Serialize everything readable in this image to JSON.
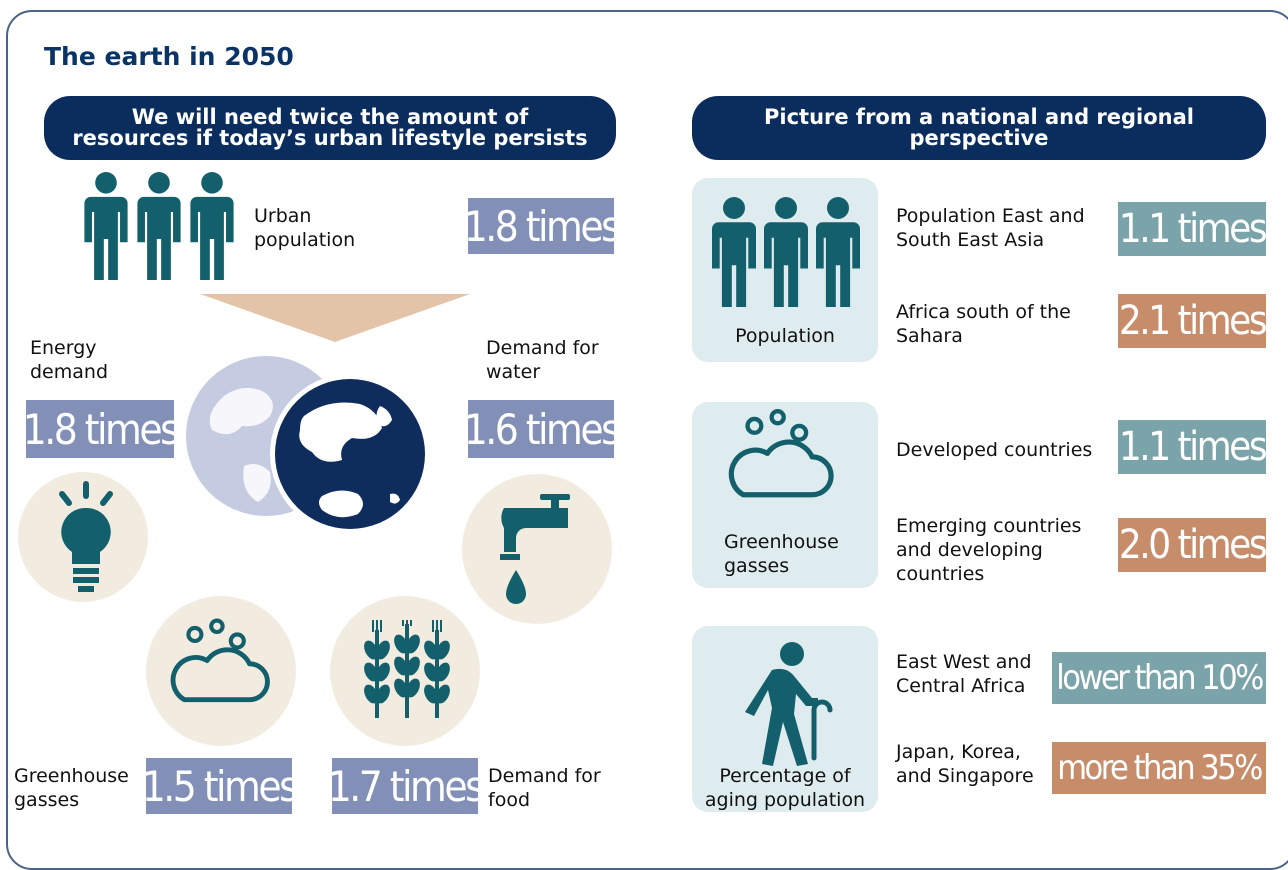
{
  "title": "The earth in 2050",
  "left": {
    "header_line1": "We will need twice the amount of",
    "header_line2": "resources if today’s urban lifestyle persists",
    "urban": {
      "label_line1": "Urban",
      "label_line2": "population",
      "value": "1.8 times"
    },
    "energy": {
      "label_line1": "Energy",
      "label_line2": "demand",
      "value": "1.8 times"
    },
    "water": {
      "label_line1": "Demand for",
      "label_line2": "water",
      "value": "1.6 times"
    },
    "greenhouse": {
      "label_line1": "Greenhouse",
      "label_line2": "gasses",
      "value": "1.5 times"
    },
    "food": {
      "label_line1": "Demand for",
      "label_line2": "food",
      "value": "1.7 times"
    }
  },
  "right": {
    "header_line1": "Picture from a national and regional",
    "header_line2": "perspective",
    "population": {
      "panel_label": "Population",
      "rows": [
        {
          "label_line1": "Population East and",
          "label_line2": "South East Asia",
          "value": "1.1 times"
        },
        {
          "label_line1": "Africa south of the",
          "label_line2": "Sahara",
          "value": "2.1 times"
        }
      ]
    },
    "greenhouse": {
      "panel_label_line1": "Greenhouse",
      "panel_label_line2": "gasses",
      "rows": [
        {
          "label_line1": "Developed countries",
          "value": "1.1 times"
        },
        {
          "label_line1": "Emerging countries",
          "label_line2": "and developing",
          "label_line3": "countries",
          "value": "2.0 times"
        }
      ]
    },
    "aging": {
      "panel_label_line1": "Percentage of",
      "panel_label_line2": "aging population",
      "rows": [
        {
          "label_line1": "East West and",
          "label_line2": "Central Africa",
          "value": "lower than 10%"
        },
        {
          "label_line1": "Japan, Korea,",
          "label_line2": "and Singapore",
          "value": "more than 35%"
        }
      ]
    }
  },
  "colors": {
    "navy": "#0b2d5e",
    "teal_icon": "#13606c",
    "value_grey": "#8290b8",
    "value_teal": "#7ba4aa",
    "value_brown": "#c78d6a",
    "panel_blue": "#deebef",
    "circle_beige": "#f2ece0",
    "arrow_tan": "#e3c4a8"
  }
}
